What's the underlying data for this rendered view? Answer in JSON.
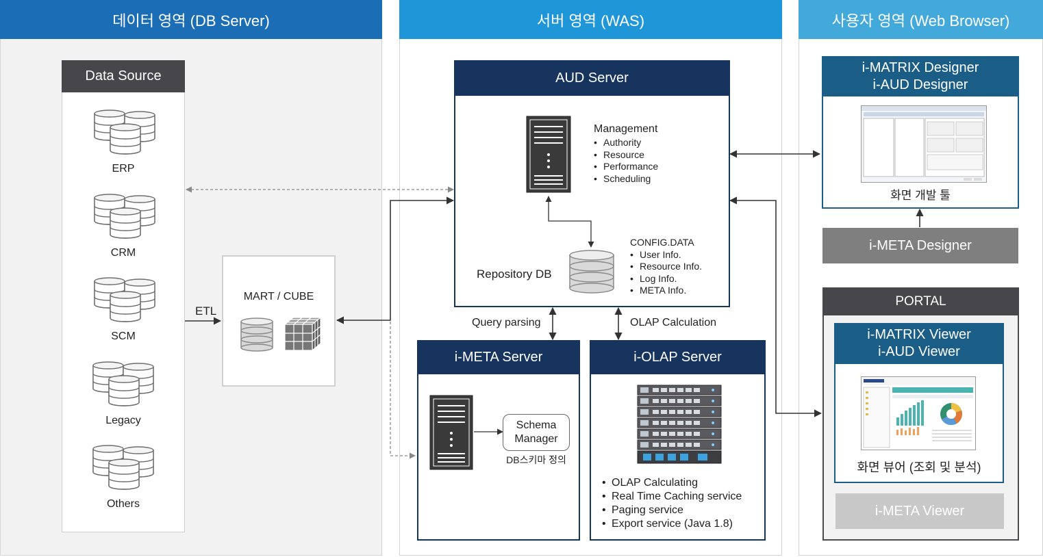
{
  "zones": {
    "data": {
      "title": "데이터 영역 (DB Server)",
      "color": "#1b6db5"
    },
    "server": {
      "title": "서버 영역 (WAS)",
      "color": "#1f96d8"
    },
    "user": {
      "title": "사용자 영역 (Web Browser)",
      "color": "#42a9da"
    }
  },
  "data_source": {
    "title": "Data Source",
    "items": [
      "ERP",
      "CRM",
      "SCM",
      "Legacy",
      "Others"
    ]
  },
  "etl_label": "ETL",
  "mart": {
    "title": "MART / CUBE"
  },
  "aud_server": {
    "title": "AUD Server",
    "management_title": "Management",
    "management_items": [
      "Authority",
      "Resource",
      "Performance",
      "Scheduling"
    ],
    "repository_label": "Repository DB",
    "config_title": "CONFIG.DATA",
    "config_items": [
      "User Info.",
      "Resource Info.",
      "Log Info.",
      "META Info."
    ]
  },
  "connections": {
    "query_parsing": "Query parsing",
    "olap_calculation": "OLAP Calculation"
  },
  "meta_server": {
    "title": "i-META Server",
    "schema_manager": "Schema Manager",
    "schema_caption": "DB스키마 정의"
  },
  "olap_server": {
    "title": "i-OLAP Server",
    "features": [
      "OLAP Calculating",
      "Real Time Caching service",
      "Paging service",
      "Export service (Java 1.8)"
    ]
  },
  "designer": {
    "title_line1": "i-MATRIX Designer",
    "title_line2": "i-AUD Designer",
    "caption": "화면 개발 툴"
  },
  "meta_designer": "i-META Designer",
  "portal": {
    "title": "PORTAL",
    "viewer_line1": "i-MATRIX Viewer",
    "viewer_line2": "i-AUD Viewer",
    "viewer_caption": "화면 뷰어 (조회 및 분석)",
    "meta_viewer": "i-META Viewer"
  },
  "colors": {
    "navy": "#17345f",
    "blue_title": "#1a5d87",
    "gray_box": "#7f7f7f",
    "light_gray_box": "#c8c8c8",
    "dark_gray_header": "#47474b"
  }
}
